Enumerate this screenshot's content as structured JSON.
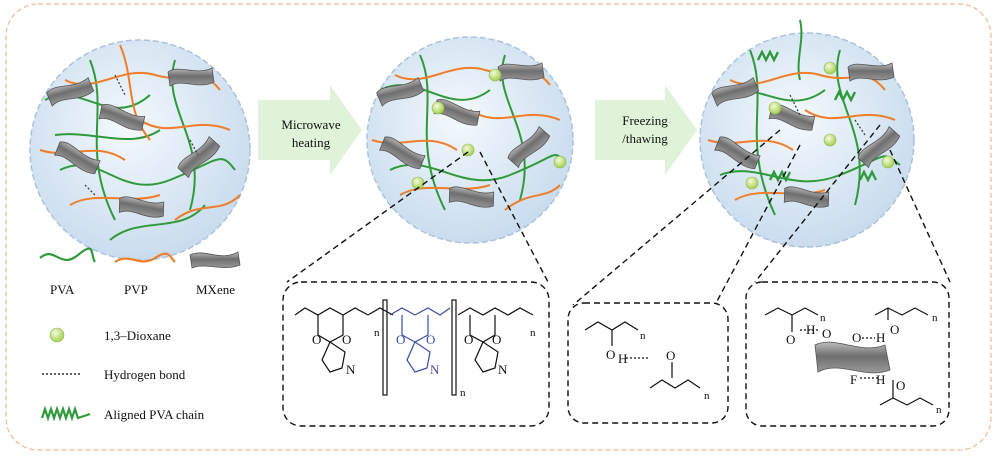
{
  "steps": [
    {
      "label_line1": "Microwave",
      "label_line2": "heating"
    },
    {
      "label_line1": "Freezing",
      "label_line2": "/thawing"
    }
  ],
  "legend": {
    "pva": "PVA",
    "pvp": "PVP",
    "mxene": "MXene",
    "dioxane": "1,3–Dioxane",
    "hbond": "Hydrogen bond",
    "aligned": "Aligned PVA chain"
  },
  "colors": {
    "pva": "#2e9a3a",
    "pvp": "#ef7d2a",
    "mxene": "#7a7a7a",
    "dioxane": "#c8e68a",
    "sphere": "#dbe9f6",
    "arrow": "#dff3d8",
    "frame": "#f3b98f",
    "crosslink": "#3a4fa0"
  },
  "chem": {
    "o": "O",
    "n": "N",
    "h": "H",
    "f": "F",
    "sub_n": "n"
  }
}
